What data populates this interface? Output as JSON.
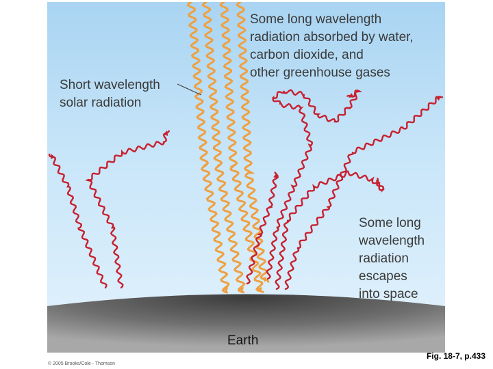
{
  "labels": {
    "absorbed": "Some long wavelength\nradiation absorbed by water,\ncarbon dioxide, and\nother greenhouse gases",
    "short_wavelength": "Short wavelength\nsolar radiation",
    "escapes": "Some long\nwavelength\nradiation\nescapes\ninto space",
    "earth": "Earth"
  },
  "copyright": "© 2005 Brooks/Cole - Thomson",
  "figure_ref": "Fig. 18-7, p.433",
  "colors": {
    "solar_ray": "#efa040",
    "longwave_ray": "#c8202f",
    "earth_dark": "#3c3c3c",
    "earth_light": "#9a9a9a",
    "sky_top": "#a9d4f2",
    "sky_bottom": "#e3f2fc"
  }
}
